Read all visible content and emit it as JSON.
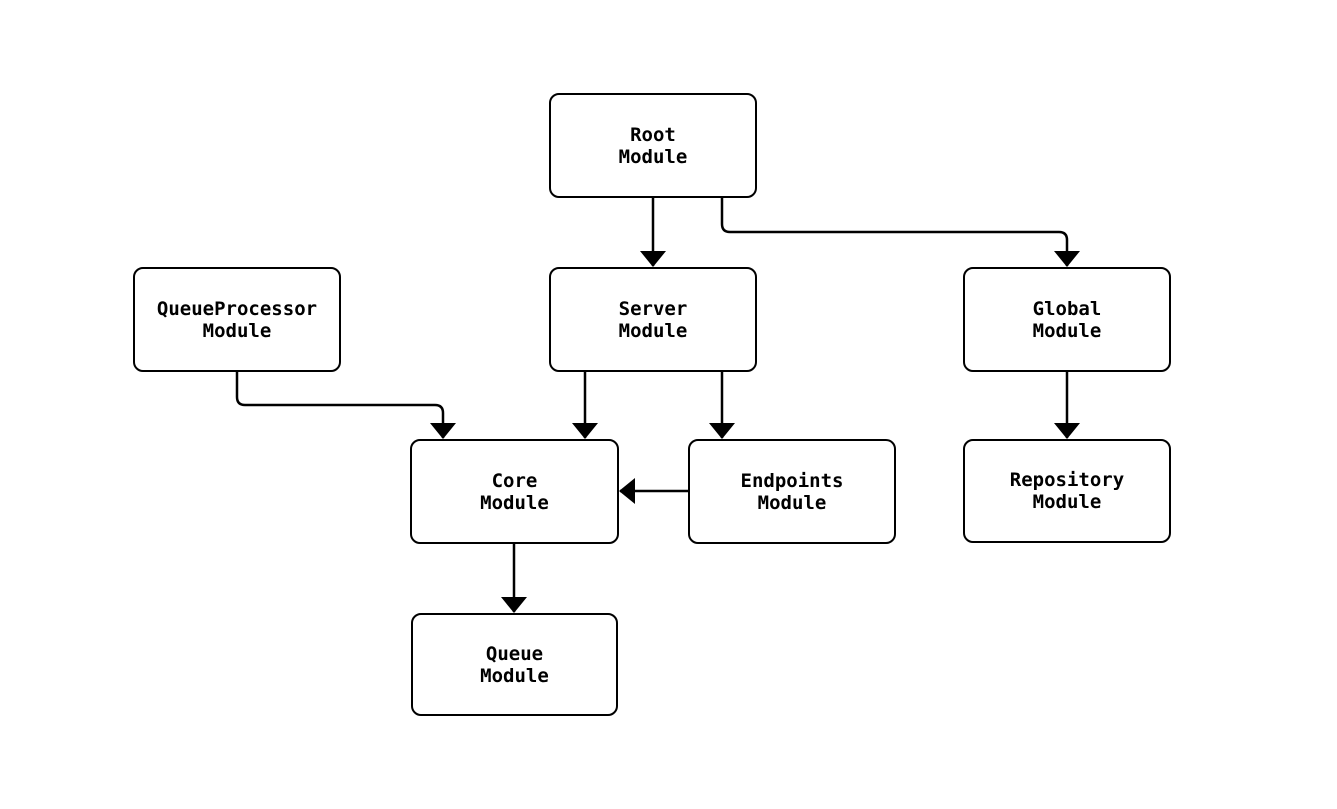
{
  "diagram": {
    "type": "module-dependency-graph",
    "colors": {
      "background": "#ffffff",
      "node_fill": "#ffffff",
      "node_border": "#000000",
      "edge": "#000000",
      "text": "#000000"
    },
    "nodes": [
      {
        "id": "root",
        "label": "Root\nModule"
      },
      {
        "id": "queueprocessor",
        "label": "QueueProcessor\nModule"
      },
      {
        "id": "server",
        "label": "Server\nModule"
      },
      {
        "id": "global",
        "label": "Global\nModule"
      },
      {
        "id": "core",
        "label": "Core\nModule"
      },
      {
        "id": "endpoints",
        "label": "Endpoints\nModule"
      },
      {
        "id": "repository",
        "label": "Repository\nModule"
      },
      {
        "id": "queue",
        "label": "Queue\nModule"
      }
    ],
    "edges": [
      {
        "from": "root",
        "to": "server"
      },
      {
        "from": "root",
        "to": "global"
      },
      {
        "from": "queueprocessor",
        "to": "core"
      },
      {
        "from": "server",
        "to": "core"
      },
      {
        "from": "server",
        "to": "endpoints"
      },
      {
        "from": "endpoints",
        "to": "core"
      },
      {
        "from": "global",
        "to": "repository"
      },
      {
        "from": "core",
        "to": "queue"
      }
    ]
  }
}
